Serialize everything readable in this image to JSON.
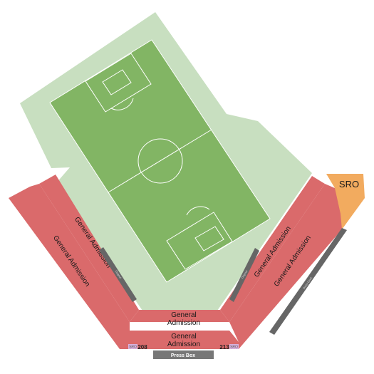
{
  "colors": {
    "outfield": "#c8dfc0",
    "pitch": "#82b564",
    "pitch_lines": "#ffffff",
    "seating": "#da6a6b",
    "sro": "#f2ab5f",
    "dugout": "#666666",
    "press_box": "#777777",
    "box_suite": "#d9b3df"
  },
  "sections": {
    "ga_left_outer": "General Admission",
    "ga_left_inner": "General Admission",
    "ga_bottom_upper_line1": "General",
    "ga_bottom_upper_line2": "Admission",
    "ga_bottom_lower_line1": "General",
    "ga_bottom_lower_line2": "Admission",
    "ga_right_inner": "General Admission",
    "ga_right_outer": "General Admission",
    "sro": "SRO"
  },
  "features": {
    "dugout_left": "Dugout",
    "dugout_right": "Dugout",
    "party_deck": "Party Deck",
    "press_box": "Press Box",
    "box_left_number": "208",
    "box_left_tag": "SRO",
    "box_right_number": "213",
    "box_right_tag": "SRO"
  }
}
